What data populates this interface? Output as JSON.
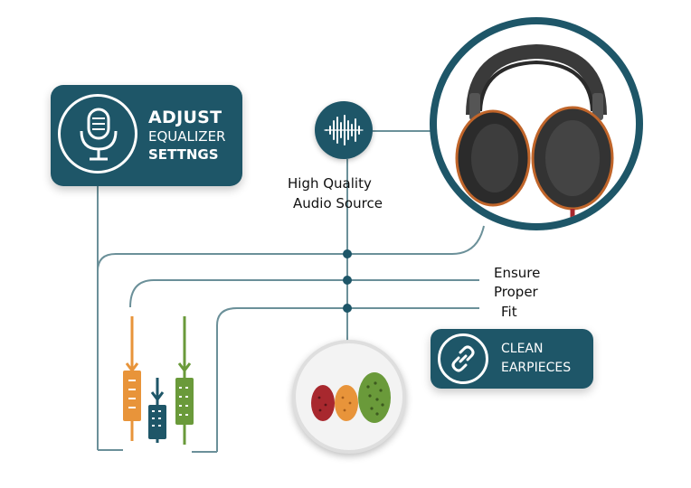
{
  "colors": {
    "teal": "#1e5668",
    "line": "#6b9099",
    "orange": "#e8943a",
    "green": "#6a9a3a",
    "red": "#a8282e",
    "text": "#111111",
    "white": "#ffffff"
  },
  "eq_card": {
    "line1": "ADJUST",
    "line2": "EQUALIZER",
    "line3": "SETTNGS",
    "icon": "microphone-icon"
  },
  "source": {
    "icon": "waveform-icon",
    "line1": "High Quality",
    "line2": "Audio Source"
  },
  "headphones": {
    "icon": "headphones-icon"
  },
  "fit": {
    "line1": "Ensure",
    "line2": "Proper",
    "line3": "Fit"
  },
  "clean_card": {
    "line1": "CLEAN",
    "line2": "EARPIECES",
    "icon": "link-icon"
  },
  "sliders": {
    "icon": "equalizer-sliders-icon"
  },
  "earbuds": {
    "icon": "earbuds-icon"
  }
}
